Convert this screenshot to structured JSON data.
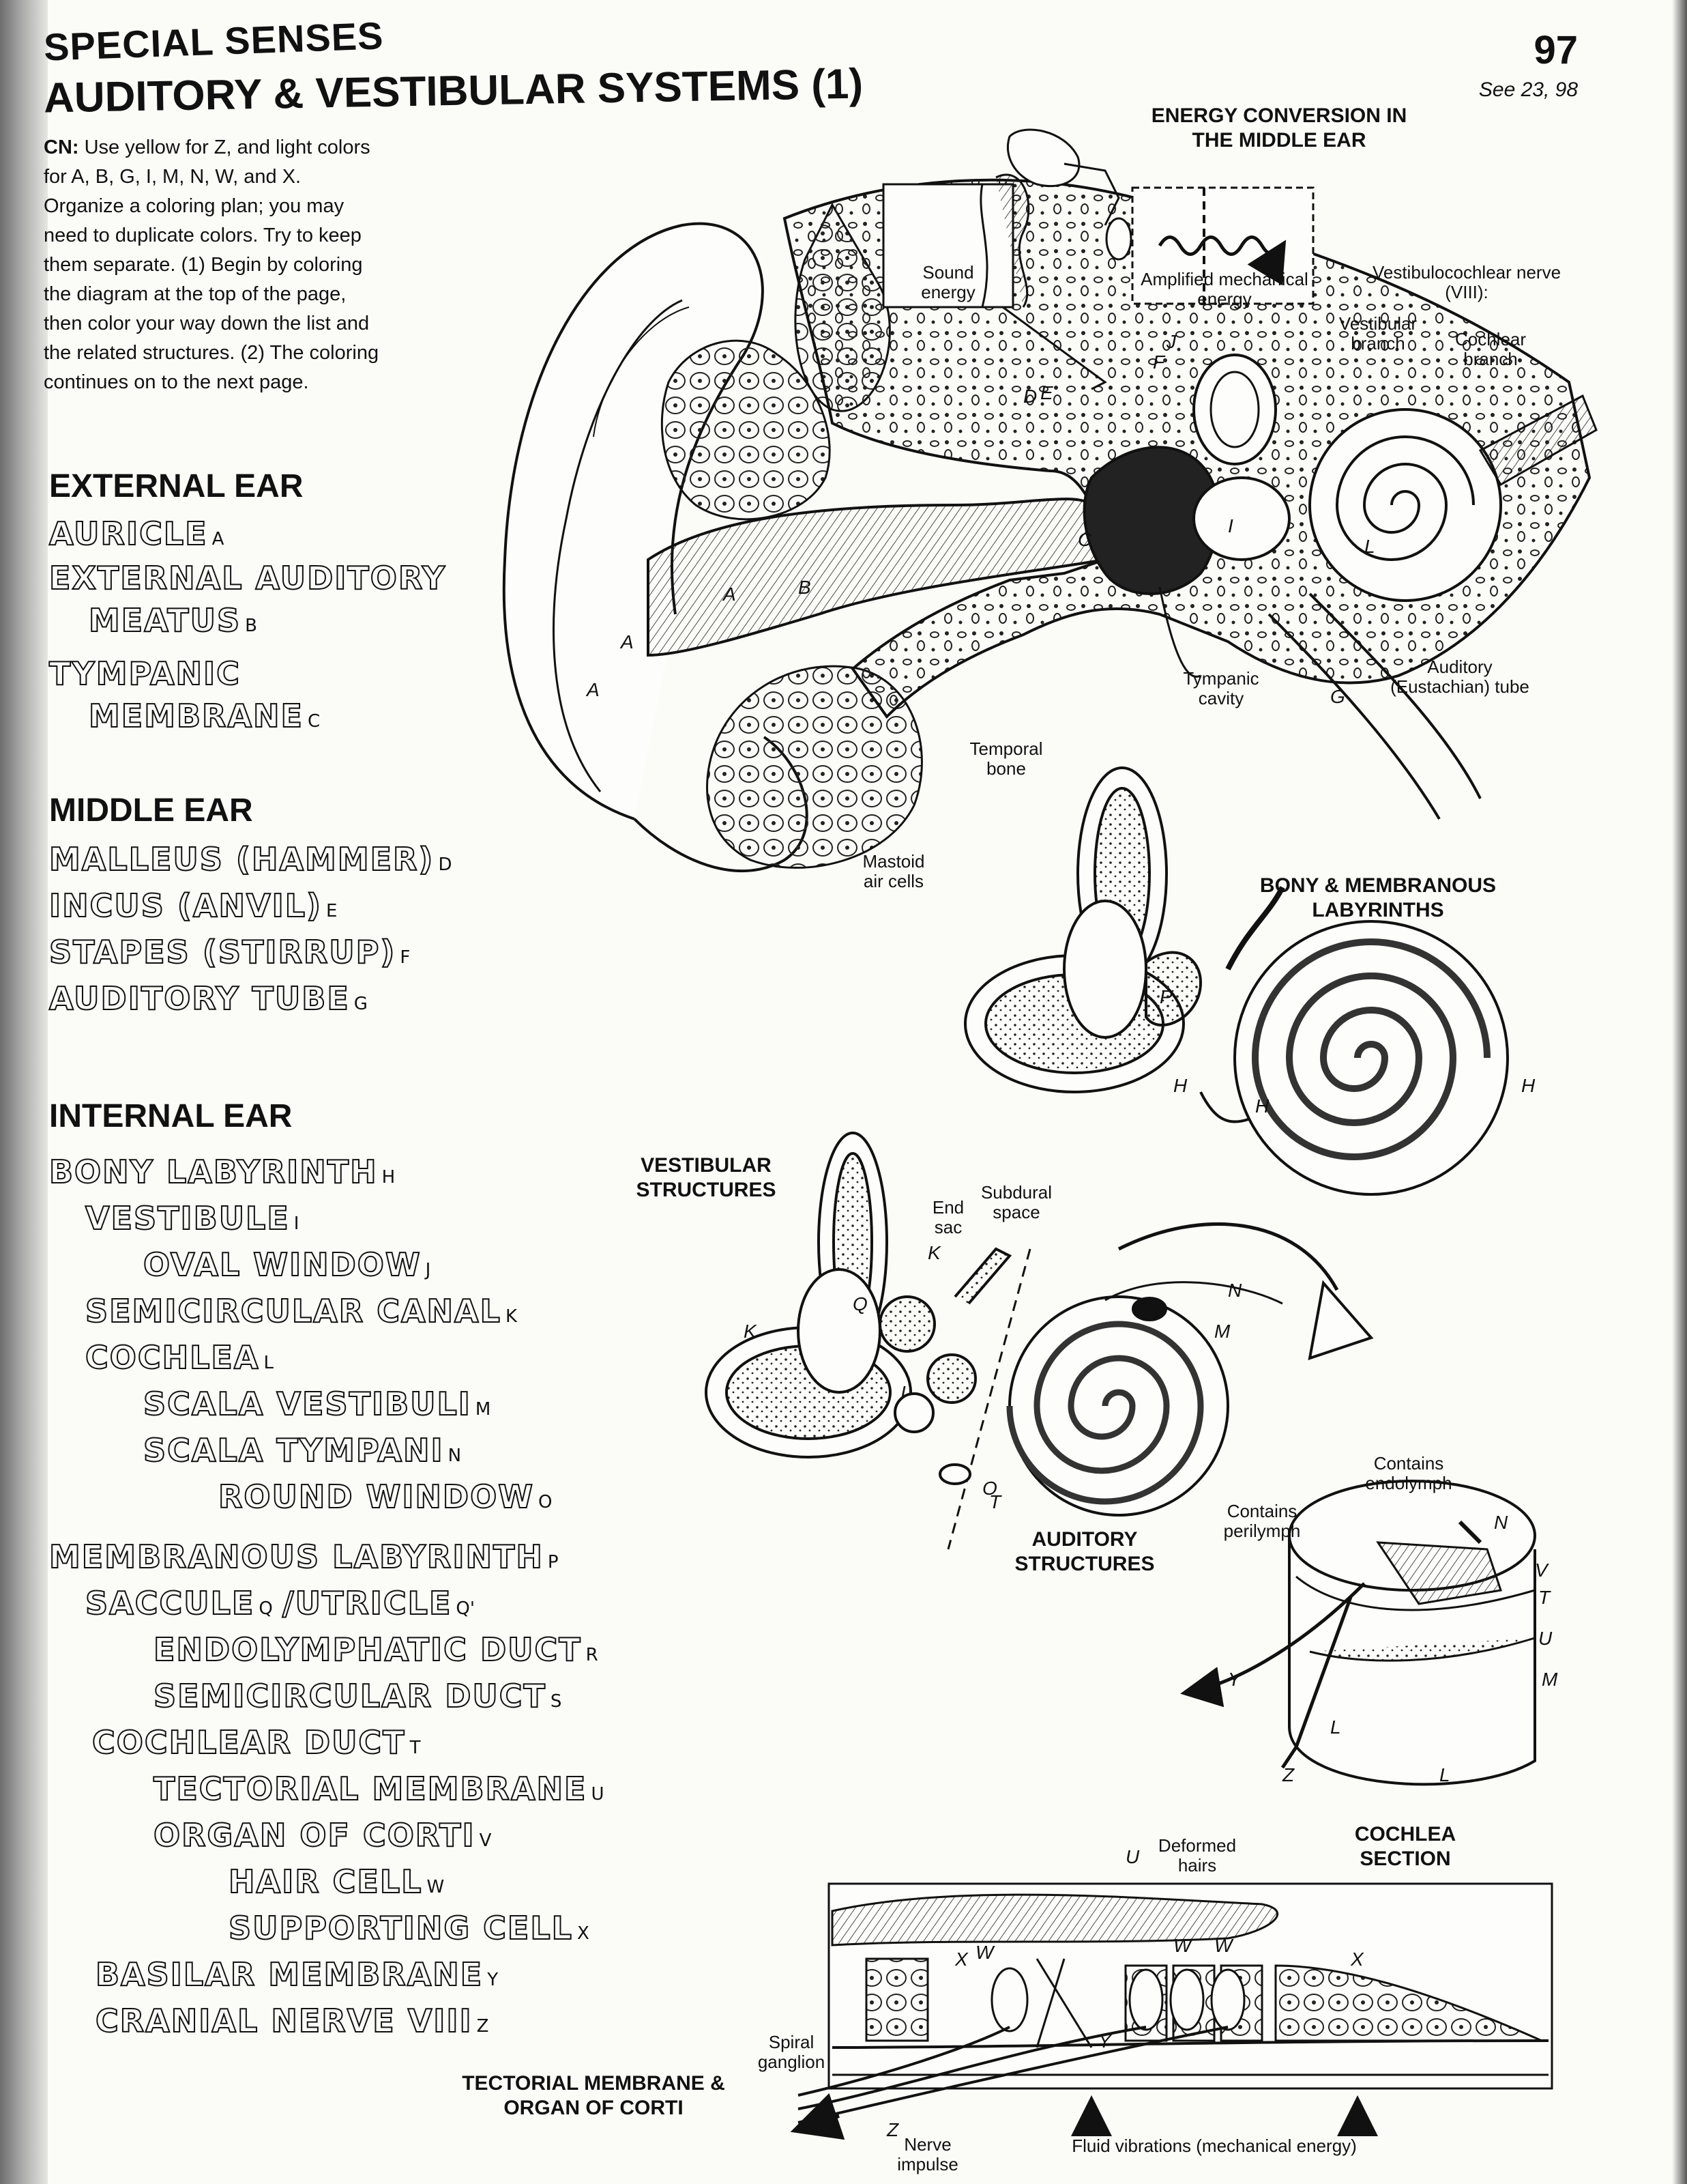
{
  "header": {
    "section": "SPECIAL SENSES",
    "title": "AUDITORY & VESTIBULAR SYSTEMS (1)",
    "page_number": "97",
    "see_also": "See 23, 98"
  },
  "coloring_notes": {
    "prefix": "CN:",
    "text": "Use yellow for Z, and light colors for A, B, G, I, M, N, W, and X. Organize a coloring plan; you may need to duplicate colors. Try to keep them separate. (1) Begin by coloring the diagram at the top of the page, then color your way down the list and the related structures. (2) The coloring continues on to the next page."
  },
  "external_ear": {
    "heading": "EXTERNAL EAR",
    "terms": [
      {
        "text": "AURICLE",
        "sub": "A"
      },
      {
        "text": "EXTERNAL AUDITORY",
        "sub": ""
      },
      {
        "text": "MEATUS",
        "sub": "B"
      },
      {
        "text": "TYMPANIC",
        "sub": ""
      },
      {
        "text": "MEMBRANE",
        "sub": "C"
      }
    ]
  },
  "middle_ear": {
    "heading": "MIDDLE EAR",
    "terms": [
      {
        "text": "MALLEUS (HAMMER)",
        "sub": "D"
      },
      {
        "text": "INCUS (ANVIL)",
        "sub": "E"
      },
      {
        "text": "STAPES (STIRRUP)",
        "sub": "F"
      },
      {
        "text": "AUDITORY TUBE",
        "sub": "G"
      }
    ]
  },
  "internal_ear": {
    "heading": "INTERNAL EAR",
    "terms": [
      {
        "text": "BONY LABYRINTH",
        "sub": "H"
      },
      {
        "text": "VESTIBULE",
        "sub": "I"
      },
      {
        "text": "OVAL WINDOW",
        "sub": "J"
      },
      {
        "text": "SEMICIRCULAR CANAL",
        "sub": "K"
      },
      {
        "text": "COCHLEA",
        "sub": "L"
      },
      {
        "text": "SCALA VESTIBULI",
        "sub": "M"
      },
      {
        "text": "SCALA TYMPANI",
        "sub": "N"
      },
      {
        "text": "ROUND WINDOW",
        "sub": "O"
      },
      {
        "text": "MEMBRANOUS LABYRINTH",
        "sub": "P"
      },
      {
        "text": "SACCULE",
        "sub": "Q"
      },
      {
        "text": "/UTRICLE",
        "sub": "Q'"
      },
      {
        "text": "ENDOLYMPHATIC DUCT",
        "sub": "R"
      },
      {
        "text": "SEMICIRCULAR DUCT",
        "sub": "S"
      },
      {
        "text": "COCHLEAR DUCT",
        "sub": "T"
      },
      {
        "text": "TECTORIAL MEMBRANE",
        "sub": "U"
      },
      {
        "text": "ORGAN OF CORTI",
        "sub": "V"
      },
      {
        "text": "HAIR CELL",
        "sub": "W"
      },
      {
        "text": "SUPPORTING CELL",
        "sub": "X"
      },
      {
        "text": "BASILAR MEMBRANE",
        "sub": "Y"
      },
      {
        "text": "CRANIAL NERVE VIII",
        "sub": "Z"
      }
    ]
  },
  "figure_titles": {
    "energy_conversion": "ENERGY CONVERSION IN THE MIDDLE EAR",
    "labyrinths": "BONY & MEMBRANOUS LABYRINTHS",
    "vestibular": "VESTIBULAR STRUCTURES",
    "auditory": "AUDITORY STRUCTURES",
    "cochlea_section": "COCHLEA SECTION",
    "tectorial": "TECTORIAL MEMBRANE & ORGAN OF CORTI"
  },
  "figure_labels": {
    "sound_energy": "Sound energy",
    "amplified": "Amplified mechanical energy",
    "vestibulocochlear": "Vestibulocochlear nerve (VIII):",
    "vestibular_branch": "Vestibular branch",
    "cochlear_branch": "Cochlear branch",
    "tympanic_cavity": "Tympanic cavity",
    "auditory_tube": "Auditory (Eustachian) tube",
    "temporal_bone": "Temporal bone",
    "mastoid": "Mastoid air cells",
    "end_sac": "End sac",
    "subdural": "Subdural space",
    "endolymph": "Contains endolymph",
    "perilymph": "Contains perilymph",
    "deformed_hairs": "Deformed hairs",
    "spiral_ganglion": "Spiral ganglion",
    "nerve_impulse": "Nerve impulse",
    "fluid_vibrations": "Fluid vibrations (mechanical energy)"
  }
}
